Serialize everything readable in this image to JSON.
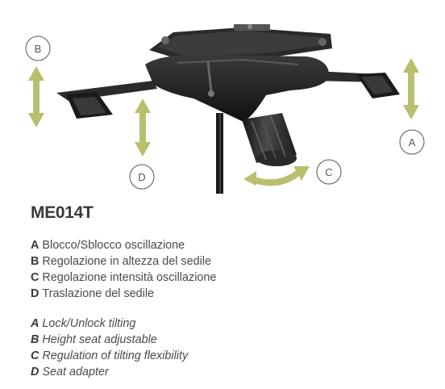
{
  "product_code": "ME014T",
  "callouts": {
    "a": "A",
    "b": "B",
    "c": "C",
    "d": "D"
  },
  "legend_italian": [
    {
      "key": "A",
      "text": "Blocco/Sblocco oscillazione"
    },
    {
      "key": "B",
      "text": "Regolazione in altezza del sedile"
    },
    {
      "key": "C",
      "text": "Regolazione intensità oscillazione"
    },
    {
      "key": "D",
      "text": "Traslazione del sedile"
    }
  ],
  "legend_english": [
    {
      "key": "A",
      "text": "Lock/Unlock tilting"
    },
    {
      "key": "B",
      "text": "Height seat adjustable"
    },
    {
      "key": "C",
      "text": "Regulation of tilting flexibility"
    },
    {
      "key": "D",
      "text": "Seat adapter"
    }
  ],
  "colors": {
    "arrow": "#b9bf6e",
    "mechanism": "#1e1e1e",
    "text": "#333333"
  }
}
